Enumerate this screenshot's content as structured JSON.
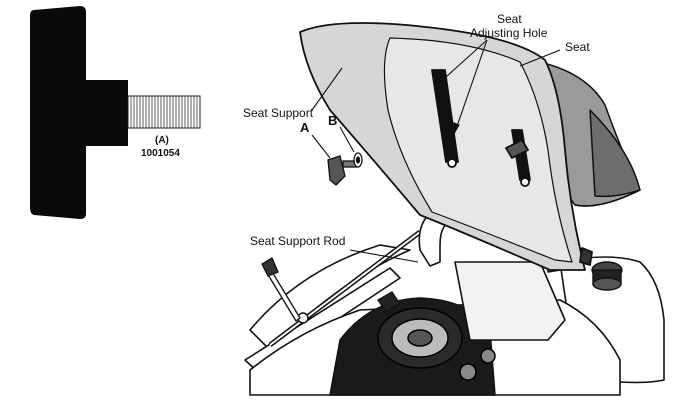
{
  "part_view": {
    "callout": "(A)",
    "part_number": "1001054"
  },
  "labels": {
    "seat_adjusting_hole_line1": "Seat",
    "seat_adjusting_hole_line2": "Adjusting Hole",
    "seat": "Seat",
    "seat_support": "Seat Support",
    "callout_a": "A",
    "callout_b": "B",
    "seat_support_rod": "Seat Support Rod"
  }
}
